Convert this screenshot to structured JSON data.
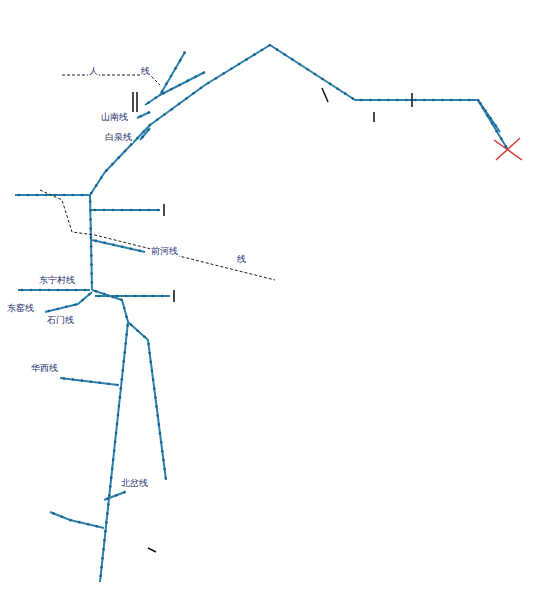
{
  "diagram": {
    "labels": [
      "人",
      "线",
      "山南线",
      "白泉线",
      "前河线",
      "东宁村线",
      "东窑线",
      "石门线",
      "华西线",
      "北岔线",
      "线"
    ]
  }
}
